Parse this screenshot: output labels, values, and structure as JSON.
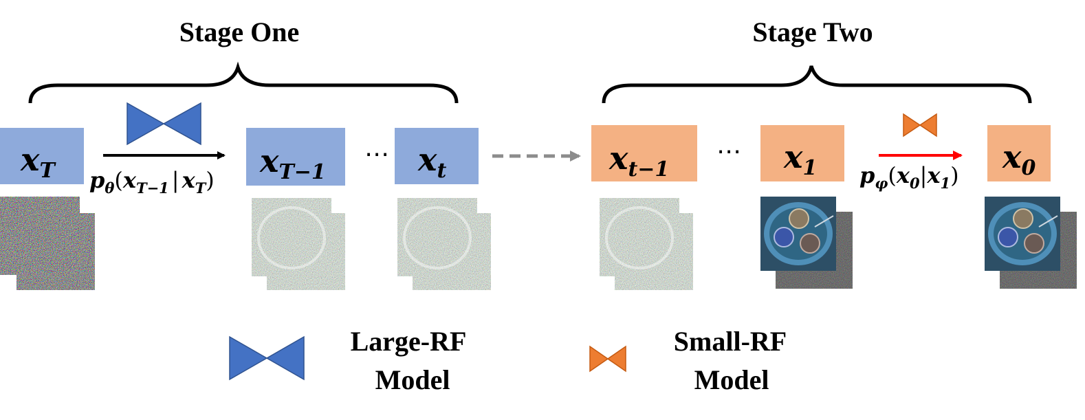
{
  "stages": {
    "one": {
      "title": "Stage One"
    },
    "two": {
      "title": "Stage Two"
    }
  },
  "states": {
    "xT": {
      "var": "x",
      "sub": "T"
    },
    "xT1": {
      "var": "x",
      "sub": "T−1"
    },
    "xt": {
      "var": "x",
      "sub": "t"
    },
    "xt1": {
      "var": "x",
      "sub": "t−1"
    },
    "x1": {
      "var": "x",
      "sub": "1"
    },
    "x0": {
      "var": "x",
      "sub": "0"
    }
  },
  "ellipsis": "⋯",
  "formulas": {
    "large": {
      "p": "p",
      "p_sub": "θ",
      "open": "(",
      "a": "x",
      "a_sub": "T−1",
      "bar": "|",
      "b": "x",
      "b_sub": "T",
      "close": ")"
    },
    "small": {
      "p": "p",
      "p_sub": "φ",
      "open": "(",
      "a": "x",
      "a_sub": "0",
      "bar": "|",
      "b": "x",
      "b_sub": "1",
      "close": ")"
    }
  },
  "legend": {
    "large": {
      "line1": "Large-RF",
      "line2": "Model"
    },
    "small": {
      "line1": "Small-RF",
      "line2": "Model"
    }
  },
  "colors": {
    "stage_one_box": "#8eaadb",
    "stage_two_box": "#f4b183",
    "large_model": "#4472c4",
    "small_model": "#ed7d31",
    "arrow_large": "#000000",
    "arrow_small": "#ff0000",
    "arrow_dashed": "#8c8c8c"
  },
  "icons": {
    "large_model": "bowtie-icon",
    "small_model": "bowtie-icon",
    "noise_images": "noise-image",
    "sample_images": "microscopy-image"
  }
}
